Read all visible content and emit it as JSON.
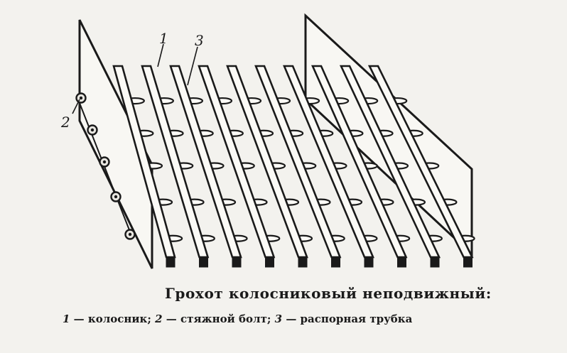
{
  "figure": {
    "callouts": {
      "bar": "1",
      "bolt": "2",
      "tube": "3"
    }
  },
  "caption": {
    "title": "Грохот колосниковый неподвижный:",
    "legend": [
      {
        "num": "1",
        "text": " — колосник; "
      },
      {
        "num": "2",
        "text": " — стяжной болт; "
      },
      {
        "num": "3",
        "text": " — распорная трубка"
      }
    ]
  },
  "colors": {
    "ink": "#1a1a1a",
    "paper": "#f3f2ee"
  }
}
